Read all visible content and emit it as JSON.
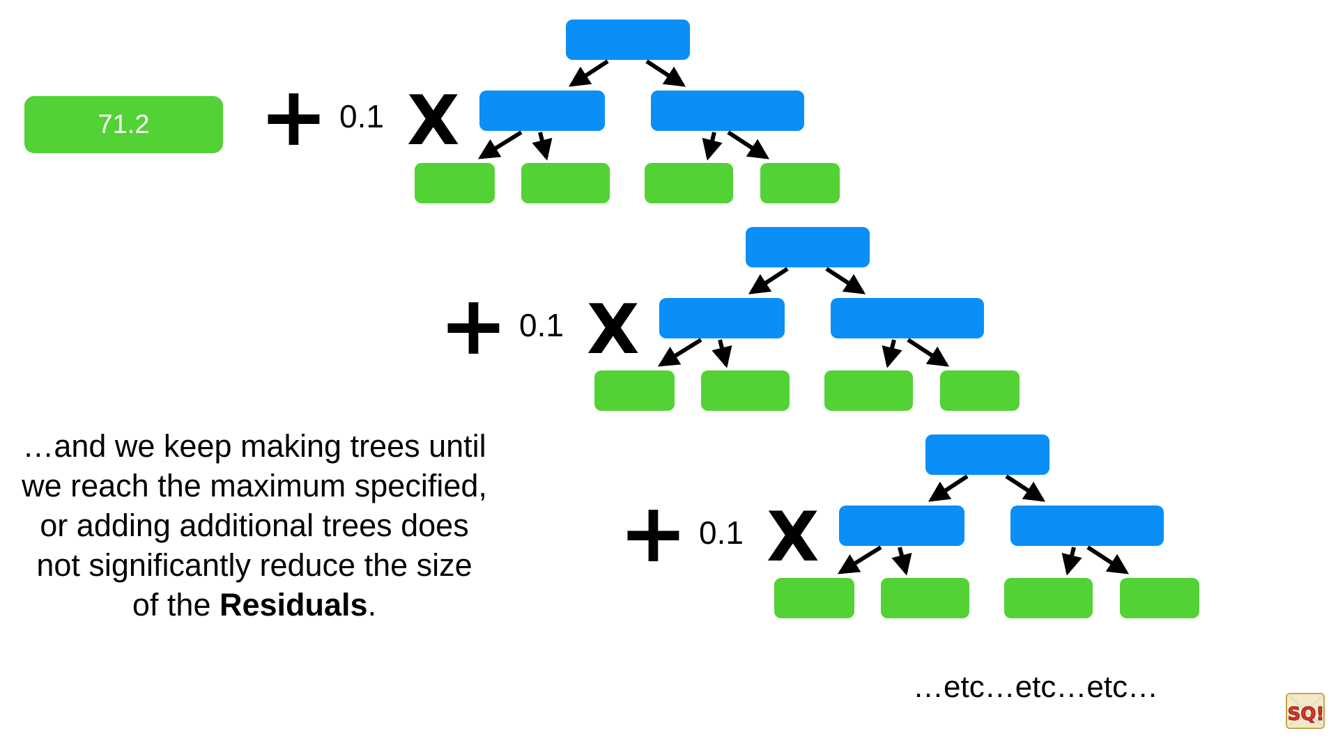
{
  "initial_prediction": {
    "value": "71.2",
    "color": "#52d234"
  },
  "colors": {
    "node": "#0a8ef7",
    "leaf": "#52d234",
    "arrow": "#000000"
  },
  "trees": [
    {
      "plus": "+",
      "learning_rate": "0.1",
      "times": "X"
    },
    {
      "plus": "+",
      "learning_rate": "0.1",
      "times": "X"
    },
    {
      "plus": "+",
      "learning_rate": "0.1",
      "times": "X"
    }
  ],
  "caption": {
    "text": "…and we keep making trees until we reach the maximum specified, or adding additional trees does not significantly reduce the size of the ",
    "bold": "Residuals",
    "end": "."
  },
  "etc_text": "…etc…etc…etc…",
  "logo": {
    "icon": "statquest-logo-icon",
    "text": "SQ!"
  }
}
